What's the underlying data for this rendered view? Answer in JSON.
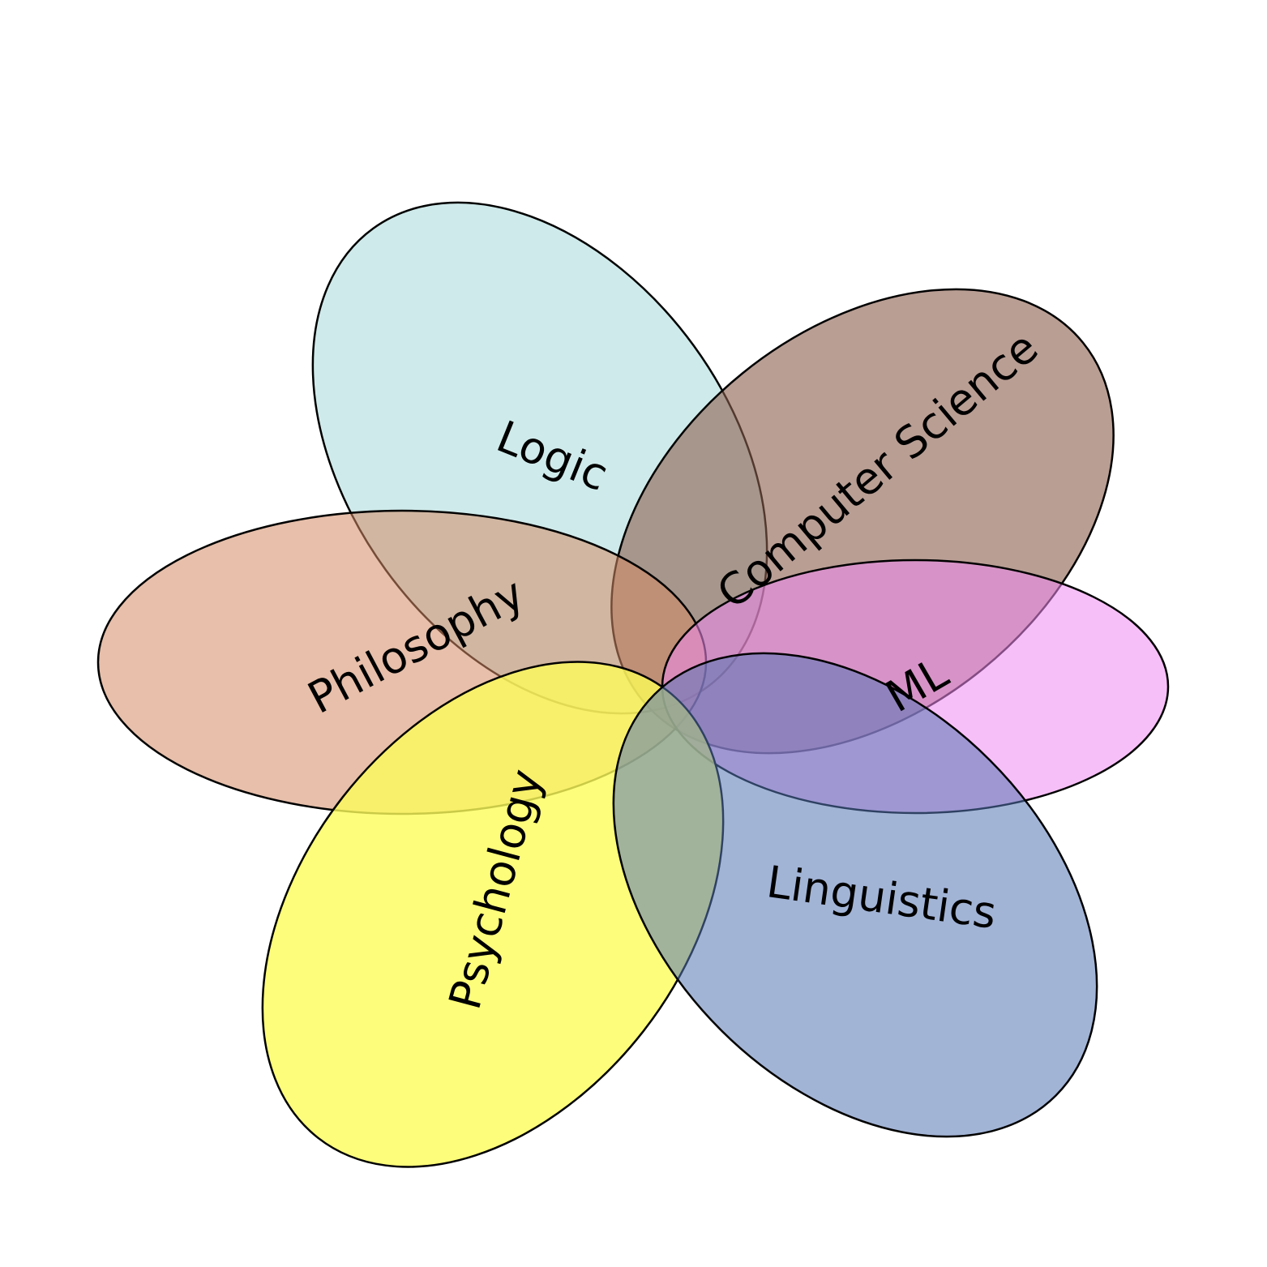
{
  "diagram": {
    "type": "venn",
    "sets": [
      {
        "id": "logic",
        "label": "Logic",
        "color": "#a8d8d8",
        "opacity": 0.55
      },
      {
        "id": "computer-science",
        "label": "Computer Science",
        "color": "#8b5e4d",
        "opacity": 0.6
      },
      {
        "id": "philosophy",
        "label": "Philosophy",
        "color": "#d48a64",
        "opacity": 0.55
      },
      {
        "id": "ml",
        "label": "ML",
        "color": "#f08af0",
        "opacity": 0.55
      },
      {
        "id": "psychology",
        "label": "Psychology",
        "color": "#fcfc5a",
        "opacity": 0.8
      },
      {
        "id": "linguistics",
        "label": "Linguistics",
        "color": "#5577b5",
        "opacity": 0.55
      }
    ]
  }
}
